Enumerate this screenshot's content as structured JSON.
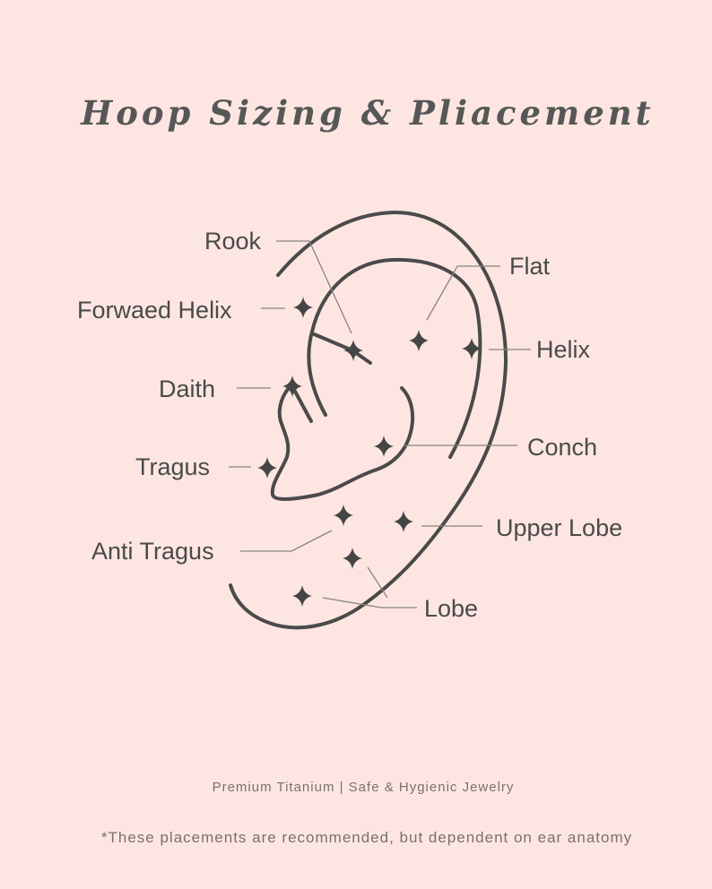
{
  "title": "Hoop Sizing & Pliacement",
  "labels": {
    "rook": "Rook",
    "flat": "Flat",
    "forward_helix": "Forwaed Helix",
    "helix": "Helix",
    "daith": "Daith",
    "conch": "Conch",
    "tragus": "Tragus",
    "upper_lobe": "Upper Lobe",
    "anti_tragus": "Anti Tragus",
    "lobe": "Lobe"
  },
  "footer": {
    "tagline": "Premium Titanium | Safe & Hygienic Jewelry",
    "disclaimer": "*These placements are recommended, but dependent on ear anatomy"
  },
  "colors": {
    "background": "#fde6e2",
    "ink": "#4a4a4a",
    "leader": "#8a8280"
  }
}
